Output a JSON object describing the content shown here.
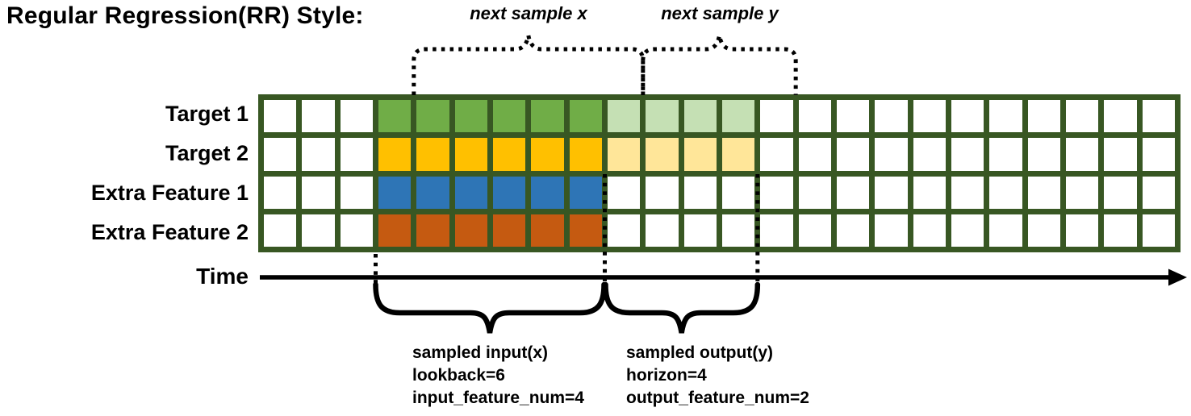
{
  "title": "Regular Regression(RR) Style:",
  "colors": {
    "grid_line": "#385723",
    "annotation": "#000000",
    "cell_empty": "#ffffff"
  },
  "grid": {
    "columns": 24,
    "lead_empty_columns": 3,
    "lookback": 6,
    "horizon": 4,
    "rows": [
      {
        "label": "Target 1",
        "input_color": "#70AD47",
        "output_color": "#C5E0B4",
        "in_output": true
      },
      {
        "label": "Target 2",
        "input_color": "#FFC000",
        "output_color": "#FFE699",
        "in_output": true
      },
      {
        "label": "Extra Feature 1",
        "input_color": "#2E75B6",
        "output_color": null,
        "in_output": false
      },
      {
        "label": "Extra Feature 2",
        "input_color": "#C55A11",
        "output_color": null,
        "in_output": false
      }
    ]
  },
  "annotations": {
    "next_sample_x": "next sample x",
    "next_sample_y": "next sample y",
    "time_label": "Time",
    "input_lines": [
      "sampled input(x)",
      "lookback=6",
      "input_feature_num=4"
    ],
    "output_lines": [
      "sampled output(y)",
      "horizon=4",
      "output_feature_num=2"
    ]
  }
}
